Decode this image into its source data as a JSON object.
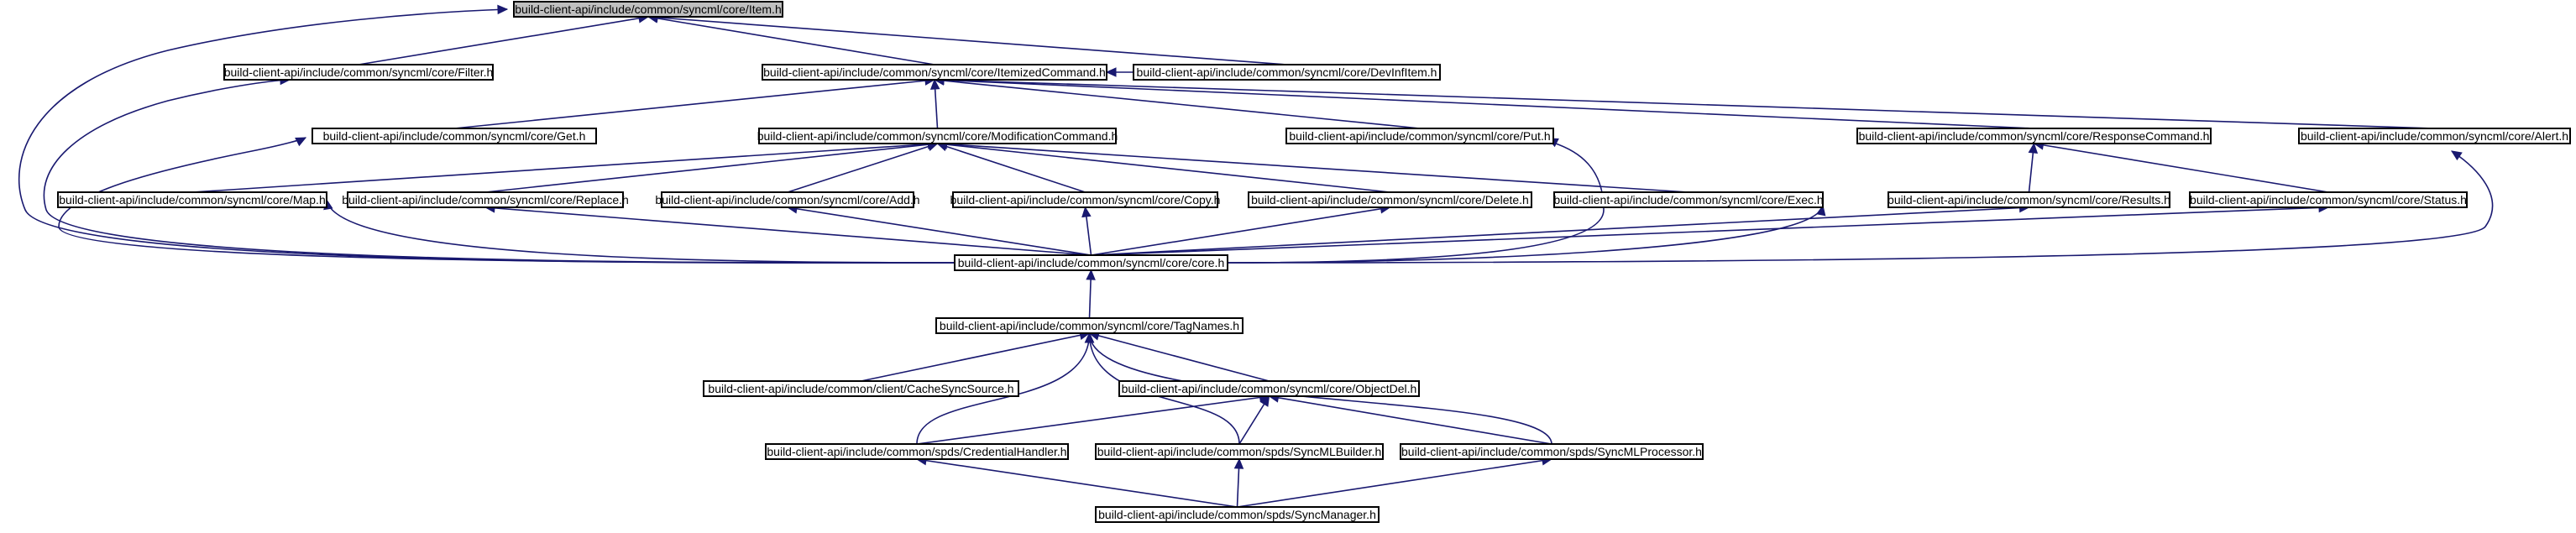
{
  "nodes": [
    {
      "id": "item",
      "label": "build-client-api/include/common/syncml/core/Item.h",
      "highlight": true
    },
    {
      "id": "filter",
      "label": "build-client-api/include/common/syncml/core/Filter.h"
    },
    {
      "id": "itemized",
      "label": "build-client-api/include/common/syncml/core/ItemizedCommand.h"
    },
    {
      "id": "devinf",
      "label": "build-client-api/include/common/syncml/core/DevInfItem.h"
    },
    {
      "id": "get",
      "label": "build-client-api/include/common/syncml/core/Get.h"
    },
    {
      "id": "modification",
      "label": "build-client-api/include/common/syncml/core/ModificationCommand.h"
    },
    {
      "id": "put",
      "label": "build-client-api/include/common/syncml/core/Put.h"
    },
    {
      "id": "response",
      "label": "build-client-api/include/common/syncml/core/ResponseCommand.h"
    },
    {
      "id": "alert",
      "label": "build-client-api/include/common/syncml/core/Alert.h"
    },
    {
      "id": "map",
      "label": "build-client-api/include/common/syncml/core/Map.h"
    },
    {
      "id": "replace",
      "label": "build-client-api/include/common/syncml/core/Replace.h"
    },
    {
      "id": "add",
      "label": "build-client-api/include/common/syncml/core/Add.h"
    },
    {
      "id": "copy",
      "label": "build-client-api/include/common/syncml/core/Copy.h"
    },
    {
      "id": "delete",
      "label": "build-client-api/include/common/syncml/core/Delete.h"
    },
    {
      "id": "exec",
      "label": "build-client-api/include/common/syncml/core/Exec.h"
    },
    {
      "id": "results",
      "label": "build-client-api/include/common/syncml/core/Results.h"
    },
    {
      "id": "status",
      "label": "build-client-api/include/common/syncml/core/Status.h"
    },
    {
      "id": "core",
      "label": "build-client-api/include/common/syncml/core/core.h"
    },
    {
      "id": "tagnames",
      "label": "build-client-api/include/common/syncml/core/TagNames.h"
    },
    {
      "id": "cachesync",
      "label": "build-client-api/include/common/client/CacheSyncSource.h"
    },
    {
      "id": "objectdel",
      "label": "build-client-api/include/common/syncml/core/ObjectDel.h"
    },
    {
      "id": "credential",
      "label": "build-client-api/include/common/spds/CredentialHandler.h"
    },
    {
      "id": "builder",
      "label": "build-client-api/include/common/spds/SyncMLBuilder.h"
    },
    {
      "id": "processor",
      "label": "build-client-api/include/common/spds/SyncMLProcessor.h"
    },
    {
      "id": "manager",
      "label": "build-client-api/include/common/spds/SyncManager.h"
    }
  ],
  "edges": [
    {
      "from": "filter",
      "to": "item"
    },
    {
      "from": "itemized",
      "to": "item"
    },
    {
      "from": "devinf",
      "to": "item"
    },
    {
      "from": "core",
      "to": "item"
    },
    {
      "from": "core",
      "to": "filter"
    },
    {
      "from": "devinf",
      "to": "itemized"
    },
    {
      "from": "get",
      "to": "itemized"
    },
    {
      "from": "modification",
      "to": "itemized"
    },
    {
      "from": "put",
      "to": "itemized"
    },
    {
      "from": "response",
      "to": "itemized"
    },
    {
      "from": "alert",
      "to": "itemized"
    },
    {
      "from": "core",
      "to": "get"
    },
    {
      "from": "map",
      "to": "modification"
    },
    {
      "from": "replace",
      "to": "modification"
    },
    {
      "from": "add",
      "to": "modification"
    },
    {
      "from": "copy",
      "to": "modification"
    },
    {
      "from": "delete",
      "to": "modification"
    },
    {
      "from": "exec",
      "to": "modification"
    },
    {
      "from": "core",
      "to": "put"
    },
    {
      "from": "results",
      "to": "response"
    },
    {
      "from": "status",
      "to": "response"
    },
    {
      "from": "core",
      "to": "alert"
    },
    {
      "from": "core",
      "to": "map"
    },
    {
      "from": "core",
      "to": "replace"
    },
    {
      "from": "core",
      "to": "add"
    },
    {
      "from": "core",
      "to": "copy"
    },
    {
      "from": "core",
      "to": "delete"
    },
    {
      "from": "core",
      "to": "exec"
    },
    {
      "from": "core",
      "to": "results"
    },
    {
      "from": "core",
      "to": "status"
    },
    {
      "from": "tagnames",
      "to": "core"
    },
    {
      "from": "cachesync",
      "to": "tagnames"
    },
    {
      "from": "objectdel",
      "to": "tagnames"
    },
    {
      "from": "credential",
      "to": "tagnames"
    },
    {
      "from": "builder",
      "to": "tagnames"
    },
    {
      "from": "processor",
      "to": "tagnames"
    },
    {
      "from": "credential",
      "to": "objectdel"
    },
    {
      "from": "builder",
      "to": "objectdel"
    },
    {
      "from": "processor",
      "to": "objectdel"
    },
    {
      "from": "manager",
      "to": "credential"
    },
    {
      "from": "manager",
      "to": "builder"
    },
    {
      "from": "manager",
      "to": "processor"
    }
  ],
  "colors": {
    "edge": "#191970",
    "highlight_fill": "#bfbfbf",
    "box_fill": "#ffffff",
    "box_stroke": "#000000"
  }
}
